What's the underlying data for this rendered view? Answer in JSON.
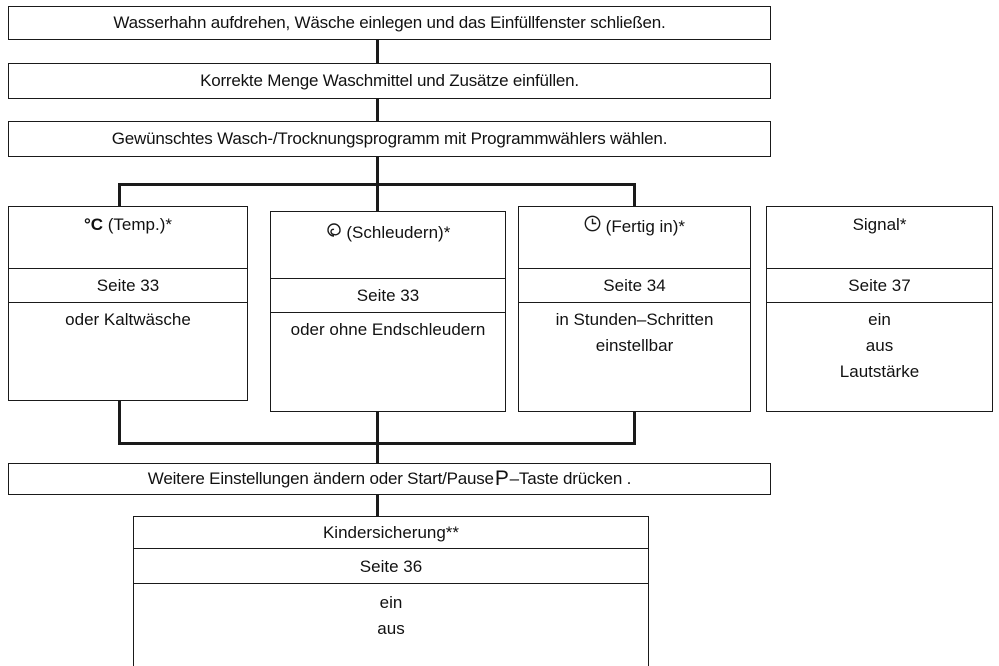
{
  "steps": {
    "step1": "Wasserhahn aufdrehen, Wäsche einlegen und das Einfüllfenster schließen.",
    "step2": "Korrekte Menge Waschmittel und Zusätze einfüllen.",
    "step3": "Gewünschtes Wasch-/Trocknungsprogramm mit Programmwählers wählen.",
    "step4_before": "Weitere Einstellungen ändern oder Start/Pause ",
    "step4_symbol": "P",
    "step4_after": "–Taste drücken ."
  },
  "options": {
    "temp": {
      "symbol": "°C",
      "title": " (Temp.)*",
      "page": "Seite 33",
      "lines": [
        "oder Kaltwäsche"
      ]
    },
    "spin": {
      "icon": "spin-icon",
      "title": " (Schleudern)*",
      "page": "Seite 33",
      "lines": [
        "oder ohne Endschleudern"
      ]
    },
    "finish": {
      "icon": "clock-icon",
      "title": " (Fertig in)*",
      "page": "Seite 34",
      "lines": [
        "in Stunden–Schritten",
        "einstellbar"
      ]
    },
    "signal": {
      "title": "Signal*",
      "page": "Seite 37",
      "lines": [
        "ein",
        "aus",
        "Lautstärke"
      ]
    }
  },
  "child_lock": {
    "title": "Kindersicherung**",
    "page": "Seite 36",
    "lines": [
      "ein",
      "aus"
    ]
  }
}
